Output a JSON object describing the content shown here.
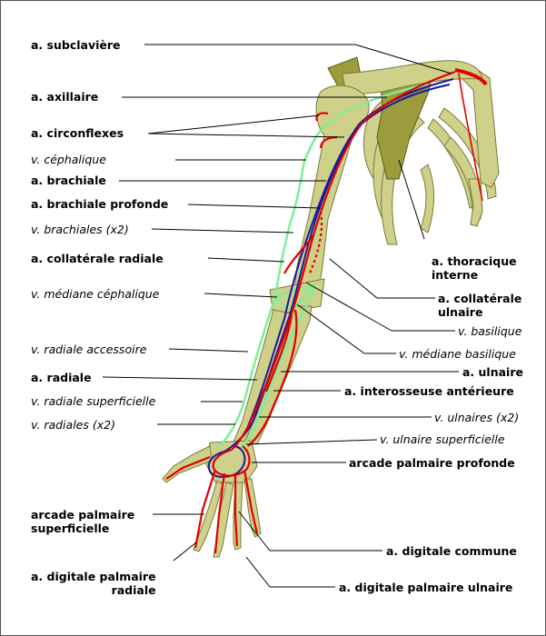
{
  "labels": {
    "subclaviere": "a. subclavière",
    "axillaire": "a. axillaire",
    "circonflexes": "a. circonflexes",
    "cephalique": "v. céphalique",
    "brachiale": "a. brachiale",
    "brachiale_profonde": "a. brachiale profonde",
    "brachiales": "v. brachiales (x2)",
    "collaterale_radiale": "a. collatérale radiale",
    "mediane_cephalique": "v. médiane céphalique",
    "radiale_accessoire": "v. radiale accessoire",
    "radiale": "a. radiale",
    "radiale_superficielle": "v. radiale superficielle",
    "radiales": "v. radiales (x2)",
    "arcade_superficielle_1": "arcade palmaire",
    "arcade_superficielle_2": "superficielle",
    "digitale_palmaire_radiale_1": "a. digitale palmaire",
    "digitale_palmaire_radiale_2": "radiale",
    "thoracique_1": "a. thoracique",
    "thoracique_2": "interne",
    "collaterale_ulnaire_1": "a. collatérale",
    "collaterale_ulnaire_2": "ulnaire",
    "basilique": "v. basilique",
    "mediane_basilique": "v. médiane basilique",
    "ulnaire": "a. ulnaire",
    "interosseuse": "a. interosseuse antérieure",
    "ulnaires": "v. ulnaires (x2)",
    "ulnaire_superficielle": "v. ulnaire superficielle",
    "arcade_profonde": "arcade palmaire profonde",
    "digitale_commune": "a. digitale commune",
    "digitale_palmaire_ulnaire": "a. digitale palmaire ulnaire"
  },
  "colors": {
    "bone": "#cfd18a",
    "bone_outline": "#7a7a3a",
    "scapula": "#9c9c3c",
    "artery": "#e00000",
    "vein_deep": "#1a1aa0",
    "vein_superficial": "#80ee98",
    "leader": "#000000"
  }
}
